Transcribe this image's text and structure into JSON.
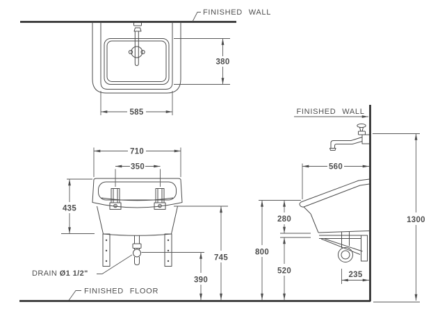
{
  "drawing": {
    "type": "sanitary-ware installation dimension drawing",
    "views": [
      "plan",
      "front-elevation",
      "side-elevation"
    ]
  },
  "colors": {
    "background": "#ffffff",
    "line": "#4a4a4a",
    "heavy_line": "#333333",
    "text": "#4d4d4d"
  },
  "annotations": {
    "finished_wall_plan": "FINISHED WALL",
    "finished_wall_side": "FINISHED WALL",
    "finished_floor": "FINISHED FLOOR",
    "drain_prefix": "DRAIN ",
    "drain_size": "Ø1 1/2\""
  },
  "dimensions": {
    "plan": {
      "basin_depth": "380",
      "basin_width": "585"
    },
    "front": {
      "overall_width": "710",
      "bracket_spacing": "350",
      "body_height": "435",
      "rim_to_floor": "745",
      "drain_to_floor": "390"
    },
    "side": {
      "rim_depth": "560",
      "rim_to_underside": "280",
      "rim_height": "800",
      "underside_to_floor": "520",
      "trap_offset": "235",
      "spout_height": "1300"
    }
  }
}
